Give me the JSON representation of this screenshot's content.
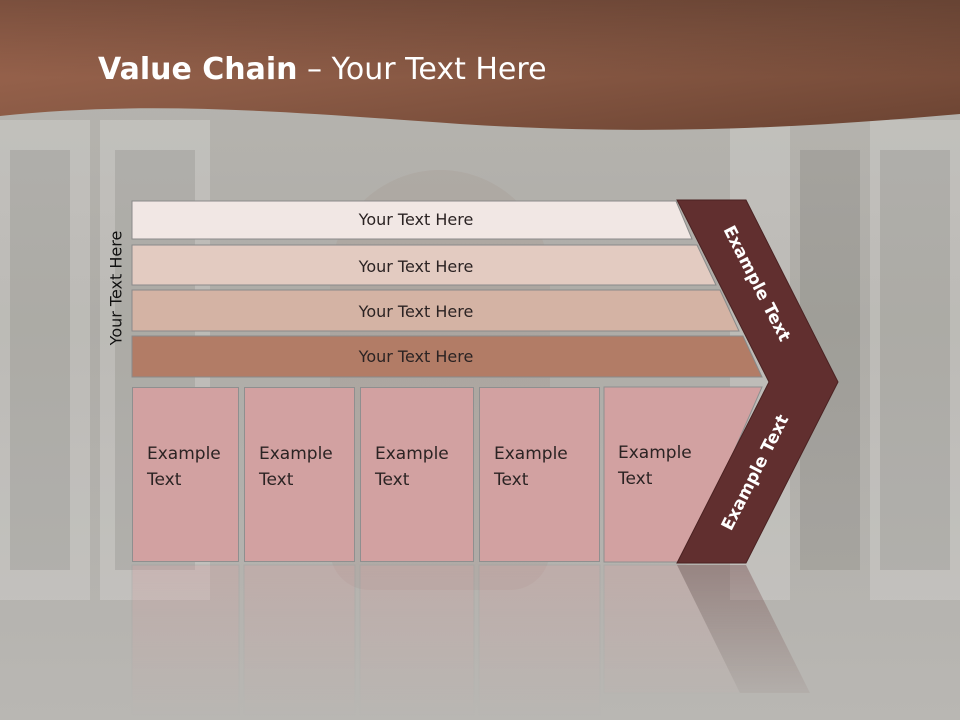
{
  "slide": {
    "title_bold": "Value Chain",
    "title_rest": " – Your Text Here",
    "side_label": "Your Text Here"
  },
  "bars": [
    {
      "label": "Your Text Here",
      "color": "#f1e7e4"
    },
    {
      "label": "Your Text Here",
      "color": "#e3cbc1"
    },
    {
      "label": "Your Text Here",
      "color": "#d4b3a4"
    },
    {
      "label": "Your Text Here",
      "color": "#b27c66"
    }
  ],
  "boxes": [
    {
      "label": "Example Text"
    },
    {
      "label": "Example Text"
    },
    {
      "label": "Example Text"
    },
    {
      "label": "Example Text"
    },
    {
      "label": "Example Text"
    }
  ],
  "chevron": {
    "upper_label": "Example Text",
    "lower_label": "Example Text",
    "color": "#612f2f"
  },
  "colors": {
    "header_dark": "#6b4332",
    "header_light": "#a46a52",
    "box_fill": "#d2a1a1"
  }
}
